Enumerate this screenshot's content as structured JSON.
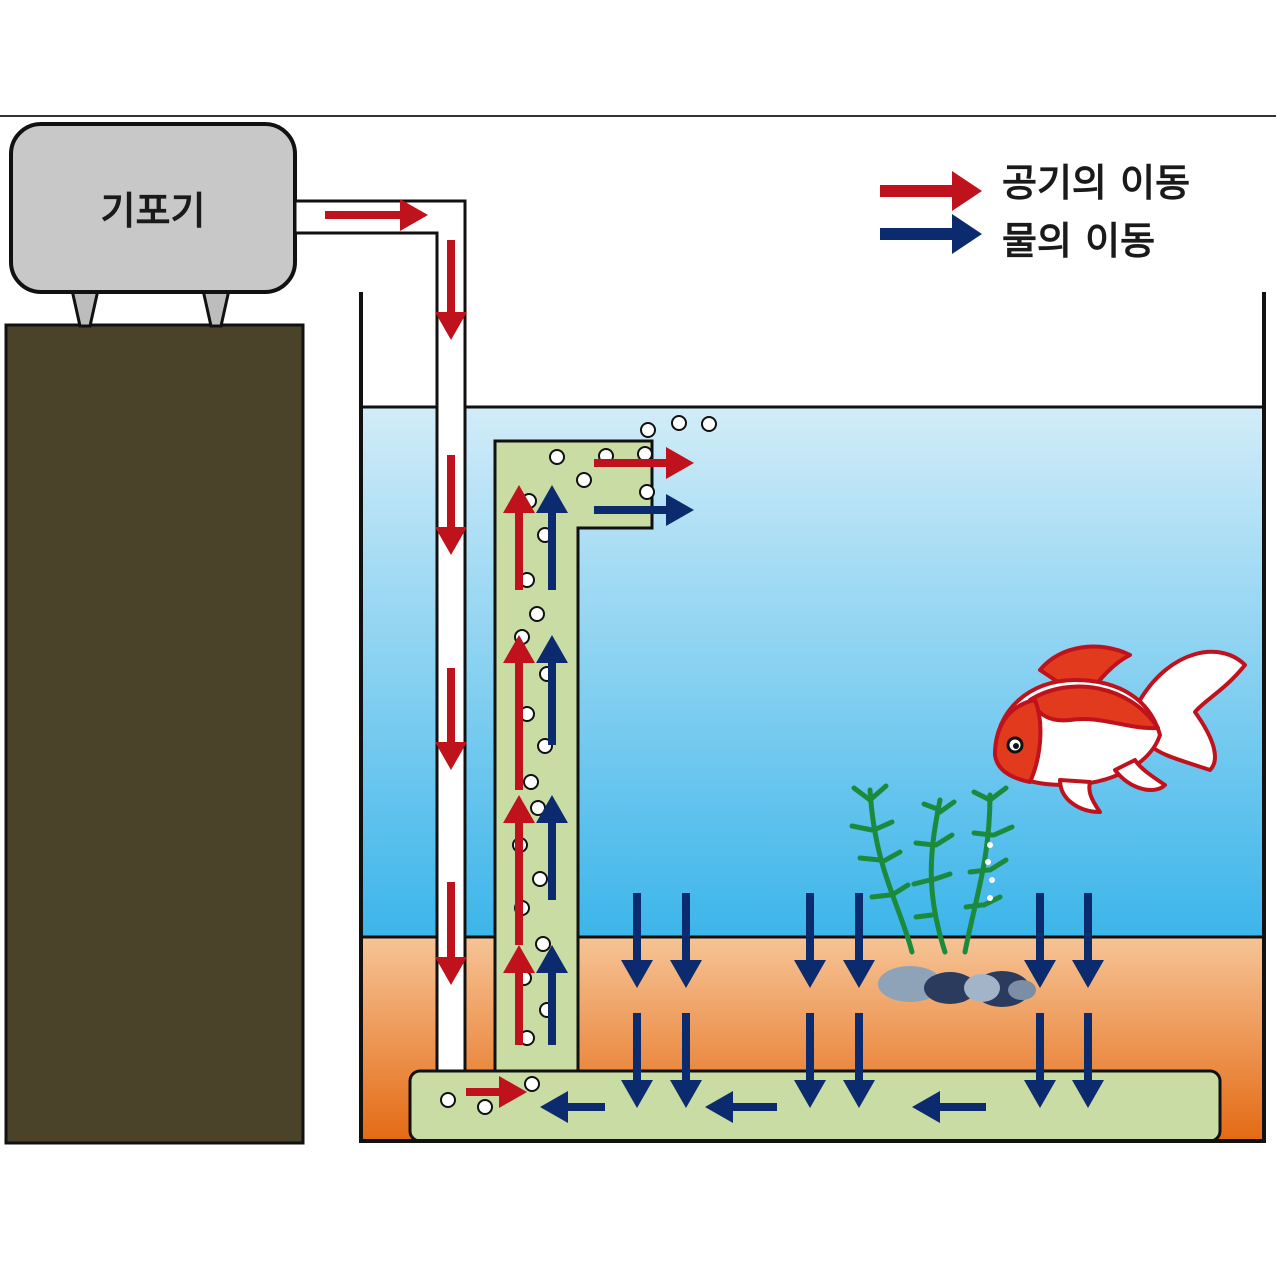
{
  "pump": {
    "label": "기포기"
  },
  "legend": [
    {
      "label": "공기의 이동",
      "color": "#c0121c"
    },
    {
      "label": "물의 이동",
      "color": "#0c2a6e"
    }
  ],
  "colors": {
    "air_arrow": "#c0121c",
    "water_arrow": "#0c2a6e",
    "water_top": "#d2ecf8",
    "water_bottom": "#3cb5ea",
    "gravel_top": "#f6c496",
    "gravel_bottom": "#e46a14",
    "filter": "#c8dca4",
    "stand": "#4a432a",
    "pump_body": "#c8c8c8"
  }
}
